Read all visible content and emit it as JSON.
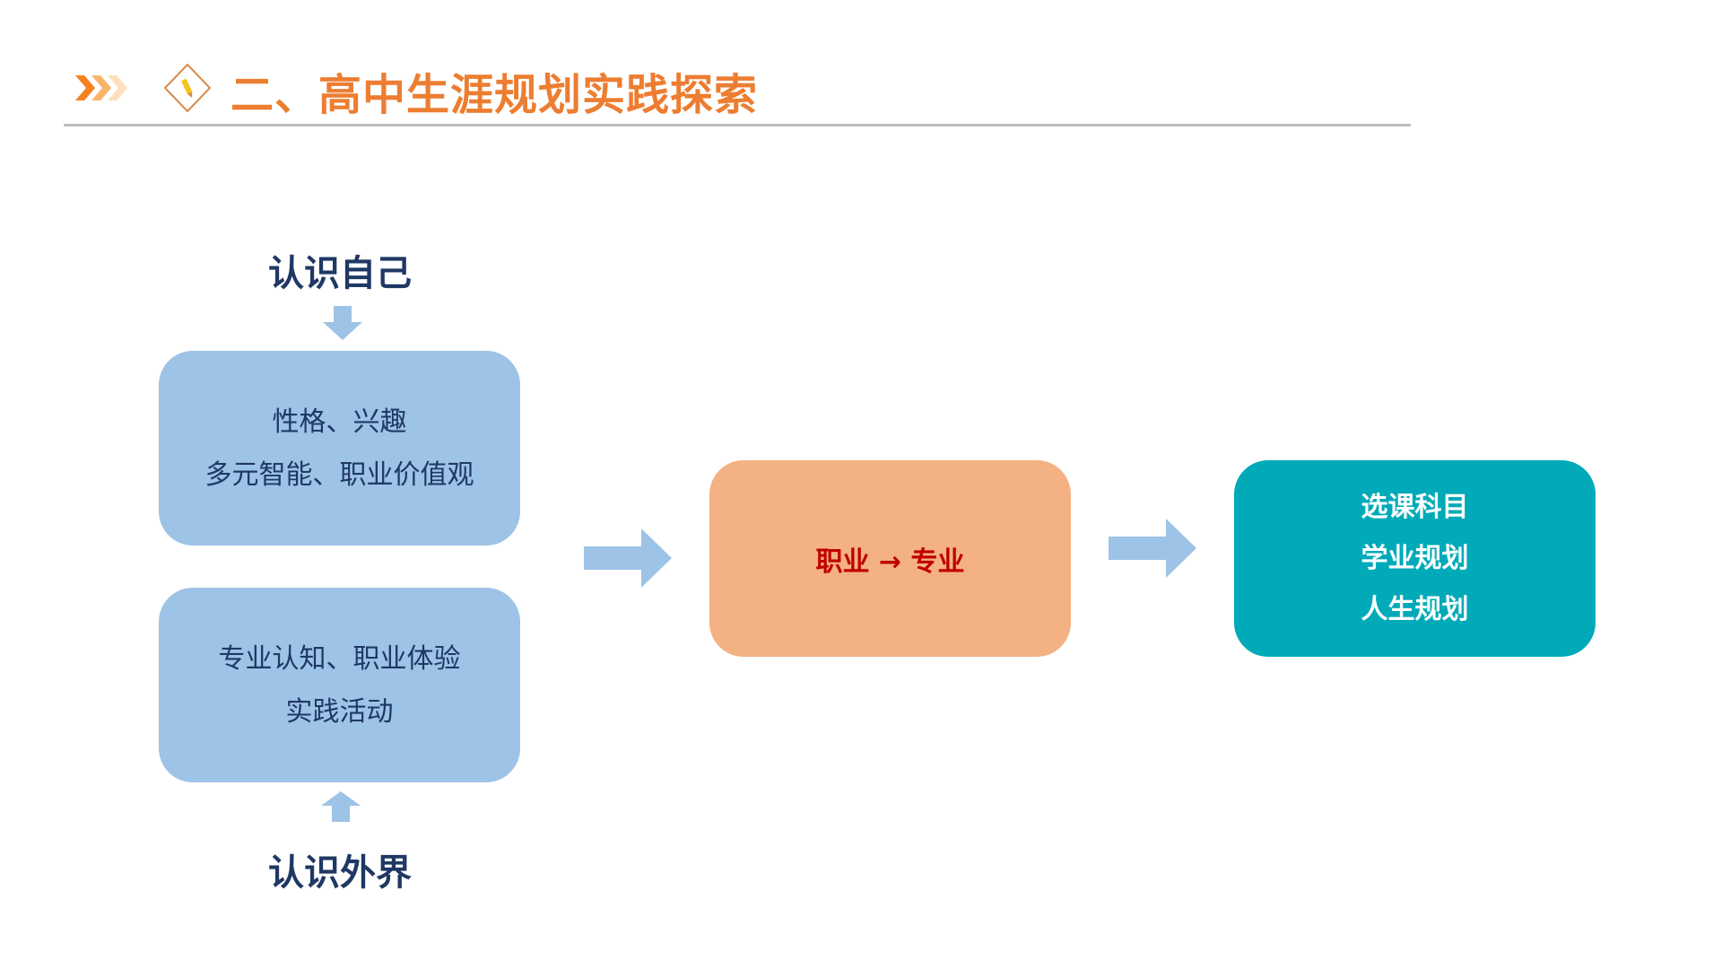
{
  "header": {
    "title": "二、高中生涯规划实践探索"
  },
  "diagram": {
    "top_label": "认识自己",
    "bottom_label": "认识外界",
    "box_self": {
      "lines": [
        "性格、兴趣",
        "多元智能、职业价值观"
      ]
    },
    "box_world": {
      "lines": [
        "专业认知、职业体验",
        "实践活动"
      ]
    },
    "box_middle": {
      "text": "职业 → 专业"
    },
    "box_result": {
      "lines": [
        "选课科目",
        "学业规划",
        "人生规划"
      ]
    }
  },
  "colors": {
    "accent": "#ed7d31",
    "blue_box": "#9dc3e6",
    "orange_box": "#f4b183",
    "teal_box": "#00aab8",
    "arrow": "#9dc3e6",
    "navy": "#1f3864",
    "red": "#c00000"
  }
}
